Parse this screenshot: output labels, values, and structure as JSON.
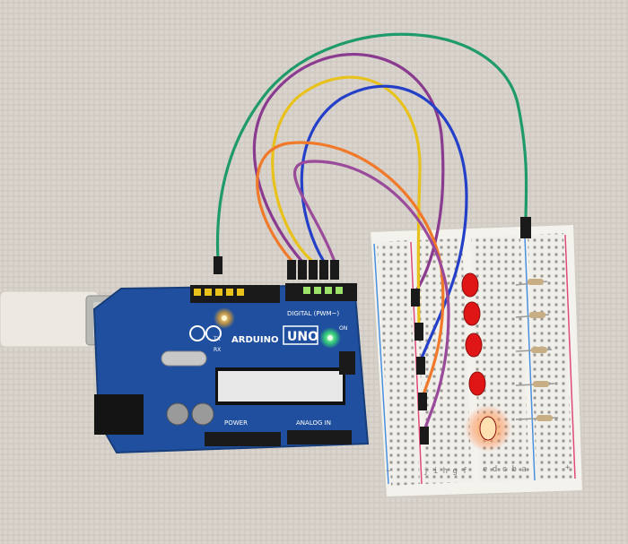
{
  "board": {
    "brand": "ARDUINO",
    "model": "UNO",
    "digital_header": "DIGITAL (PWM~)",
    "power_header": "POWER",
    "analog_header": "ANALOG IN",
    "tx": "TX",
    "rx": "RX",
    "on": "ON",
    "power_led_color": "#3dff6a",
    "led_l_color": "#ffb020"
  },
  "breadboard": {
    "row_letters_left": "j i h g f",
    "row_letters_right": "e d c b a",
    "rail_minus": "−",
    "rail_plus": "+"
  },
  "leds": [
    {
      "state": "off",
      "color": "#e01515"
    },
    {
      "state": "off",
      "color": "#e01515"
    },
    {
      "state": "off",
      "color": "#e01515"
    },
    {
      "state": "off",
      "color": "#e01515"
    },
    {
      "state": "on",
      "color": "#ff7a3a"
    }
  ],
  "wire_colors": [
    "#1f9a6a",
    "#8a3a8f",
    "#e8c21a",
    "#2440c8",
    "#f07a2a",
    "#9a4a9a"
  ]
}
